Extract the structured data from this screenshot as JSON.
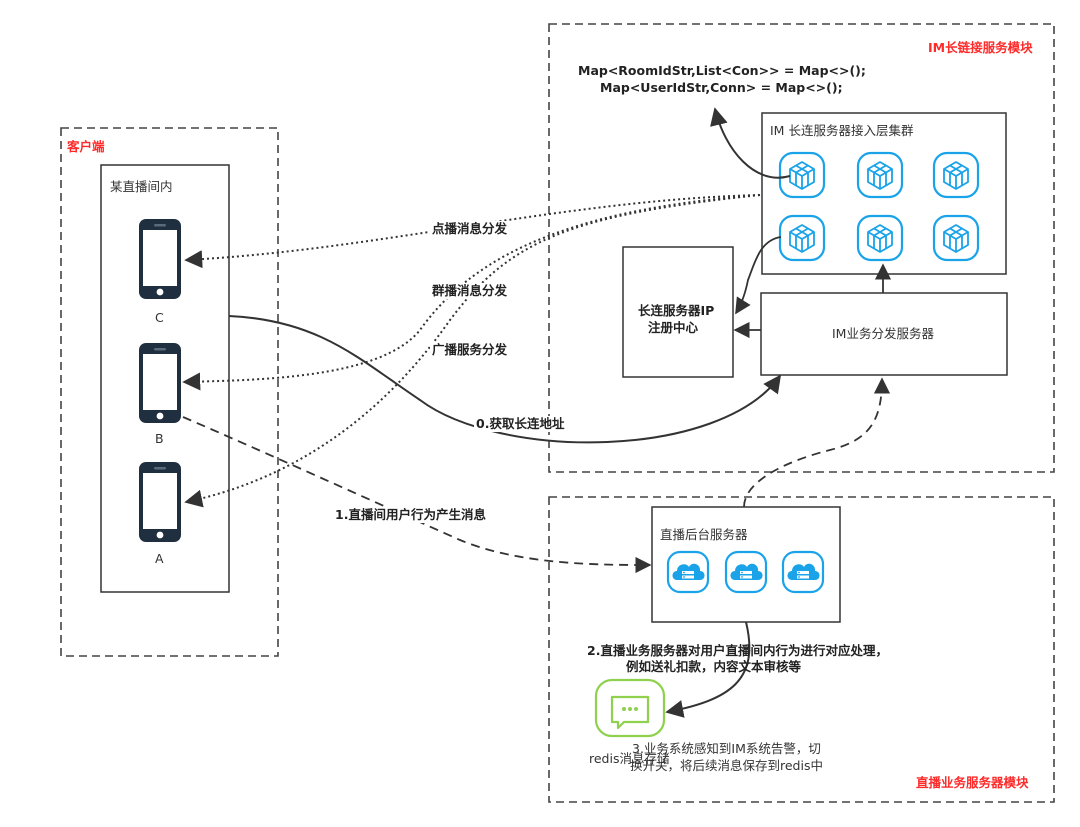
{
  "modules": {
    "client": {
      "title": "客户端"
    },
    "im": {
      "title": "IM长链接服务模块"
    },
    "business": {
      "title": "直播业务服务器模块"
    }
  },
  "room": {
    "title": "某直播间内"
  },
  "phones": [
    "C",
    "B",
    "A"
  ],
  "code": {
    "line1": "Map<RoomIdStr,List<Con>> = Map<>();",
    "line2": "Map<UserIdStr,Conn> = Map<>();"
  },
  "cluster": {
    "title": "IM 长连服务器接入层集群"
  },
  "registry": {
    "line1": "长连服务器IP",
    "line2": "注册中心"
  },
  "dispatch": {
    "title": "IM业务分发服务器"
  },
  "backend": {
    "title": "直播后台服务器"
  },
  "redis": {
    "label": "redis消息存储"
  },
  "edges": {
    "unicast": "点播消息分发",
    "multicast": "群播消息分发",
    "broadcast": "广播服务分发",
    "get_addr": "0.获取长连地址",
    "user_action": "1.直播间用户行为产生消息",
    "process_line1": "2.直播业务服务器对用户直播间内行为进行对应处理，",
    "process_line2": "例如送礼扣款，内容文本审核等",
    "alert_line1": "3.业务系统感知到IM系统告警，切",
    "alert_line2": "换开关，将后续消息保存到redis中"
  },
  "colors": {
    "module_title": "#ff2a2a",
    "node_blue": "#1aa3e8",
    "cloud_blue": "#1aa3e8",
    "redis_green": "#8fd14f"
  }
}
